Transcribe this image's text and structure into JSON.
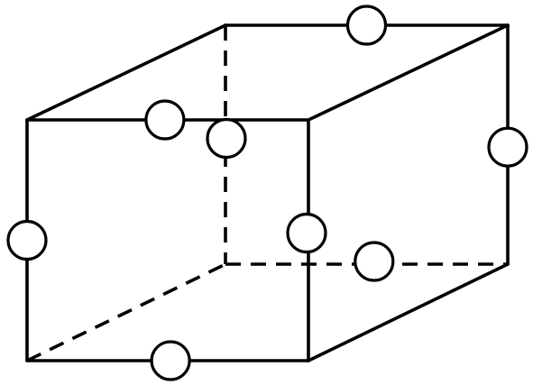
{
  "diagram": {
    "kind": "cuboid-wireframe",
    "colors": {
      "line": "#000000",
      "node_fill": "#ffffff",
      "background": "#ffffff"
    },
    "edges": [
      {
        "id": "front-top",
        "from": "front-top-left",
        "to": "front-top-right",
        "style": "solid"
      },
      {
        "id": "front-bottom",
        "from": "front-bottom-left",
        "to": "front-bottom-right",
        "style": "solid"
      },
      {
        "id": "front-left",
        "from": "front-top-left",
        "to": "front-bottom-left",
        "style": "solid"
      },
      {
        "id": "front-right",
        "from": "front-top-right",
        "to": "front-bottom-right",
        "style": "solid"
      },
      {
        "id": "back-top",
        "from": "back-top-left",
        "to": "back-top-right",
        "style": "solid"
      },
      {
        "id": "back-right",
        "from": "back-top-right",
        "to": "back-bottom-right",
        "style": "solid"
      },
      {
        "id": "back-left",
        "from": "back-top-left",
        "to": "back-bottom-left",
        "style": "dashed"
      },
      {
        "id": "back-bottom",
        "from": "back-bottom-left",
        "to": "back-bottom-right",
        "style": "dashed"
      },
      {
        "id": "top-left-depth",
        "from": "front-top-left",
        "to": "back-top-left",
        "style": "solid"
      },
      {
        "id": "top-right-depth",
        "from": "front-top-right",
        "to": "back-top-right",
        "style": "solid"
      },
      {
        "id": "bottom-right-depth",
        "from": "front-bottom-right",
        "to": "back-bottom-right",
        "style": "solid"
      },
      {
        "id": "bottom-left-depth",
        "from": "front-bottom-left",
        "to": "back-bottom-left",
        "style": "dashed"
      }
    ],
    "edge_nodes": [
      "back-top",
      "front-top",
      "back-left",
      "back-right",
      "front-left",
      "front-right",
      "back-bottom",
      "front-bottom"
    ]
  }
}
